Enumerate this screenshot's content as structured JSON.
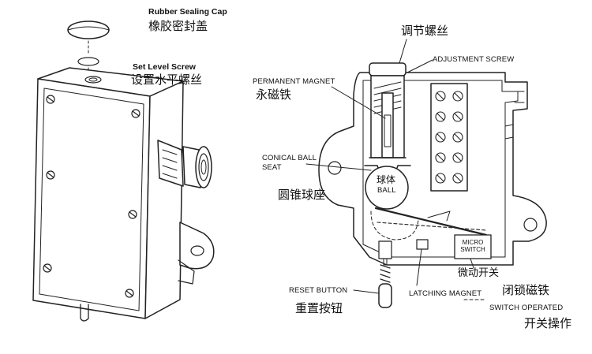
{
  "left_view": {
    "rubber_cap_en": "Rubber Sealing Cap",
    "rubber_cap_zh": "橡胶密封盖",
    "set_screw_en": "Set Level Screw",
    "set_screw_zh": "设置水平螺丝"
  },
  "right_view": {
    "adjust_zh": "调节螺丝",
    "adjust_en": "ADJUSTMENT SCREW",
    "magnet_en": "PERMANENT MAGNET",
    "magnet_zh": "永磁铁",
    "seat_en_1": "CONICAL BALL",
    "seat_en_2": "SEAT",
    "seat_zh": "圆锥球座",
    "ball_zh": "球体",
    "ball_en": "BALL",
    "micro_en_1": "MICRO",
    "micro_en_2": "SWITCH",
    "micro_zh": "微动开关",
    "reset_en": "RESET BUTTON",
    "reset_zh": "重置按钮",
    "latch_en": "LATCHING MAGNET",
    "latch_zh": "闭锁磁铁",
    "switch_op_en": "SWITCH OPERATED",
    "switch_op_zh": "开关操作"
  }
}
